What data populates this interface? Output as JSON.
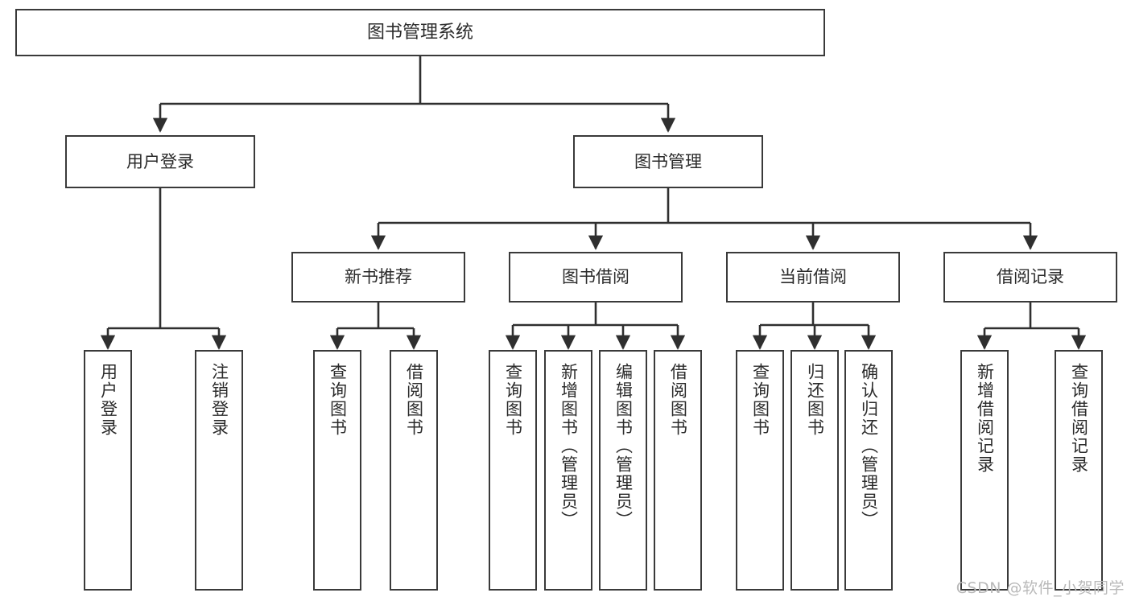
{
  "diagram": {
    "title": "图书管理系统",
    "type": "tree-hierarchy-chart",
    "root": {
      "label": "图书管理系统"
    },
    "level2": [
      {
        "label": "用户登录"
      },
      {
        "label": "图书管理"
      }
    ],
    "level3": [
      {
        "label": "新书推荐"
      },
      {
        "label": "图书借阅"
      },
      {
        "label": "当前借阅"
      },
      {
        "label": "借阅记录"
      }
    ],
    "leaves": {
      "user_login": [
        {
          "label": "用户登录"
        },
        {
          "label": "注销登录"
        }
      ],
      "new_book_recommend": [
        {
          "label": "查询图书"
        },
        {
          "label": "借阅图书"
        }
      ],
      "book_borrow": [
        {
          "label": "查询图书"
        },
        {
          "label": "新增图书（管理员）"
        },
        {
          "label": "编辑图书（管理员）"
        },
        {
          "label": "借阅图书"
        }
      ],
      "current_borrow": [
        {
          "label": "查询图书"
        },
        {
          "label": "归还图书"
        },
        {
          "label": "确认归还（管理员）"
        }
      ],
      "borrow_record": [
        {
          "label": "新增借阅记录"
        },
        {
          "label": "查询借阅记录"
        }
      ]
    }
  },
  "watermark": {
    "text": "CSDN @软件_小贺同学"
  },
  "colors": {
    "box_border": "#3a3a3a",
    "box_fill": "#ffffff",
    "line": "#2f2f2f",
    "text": "#2b2b2b",
    "watermark": "#b9b9b9"
  }
}
